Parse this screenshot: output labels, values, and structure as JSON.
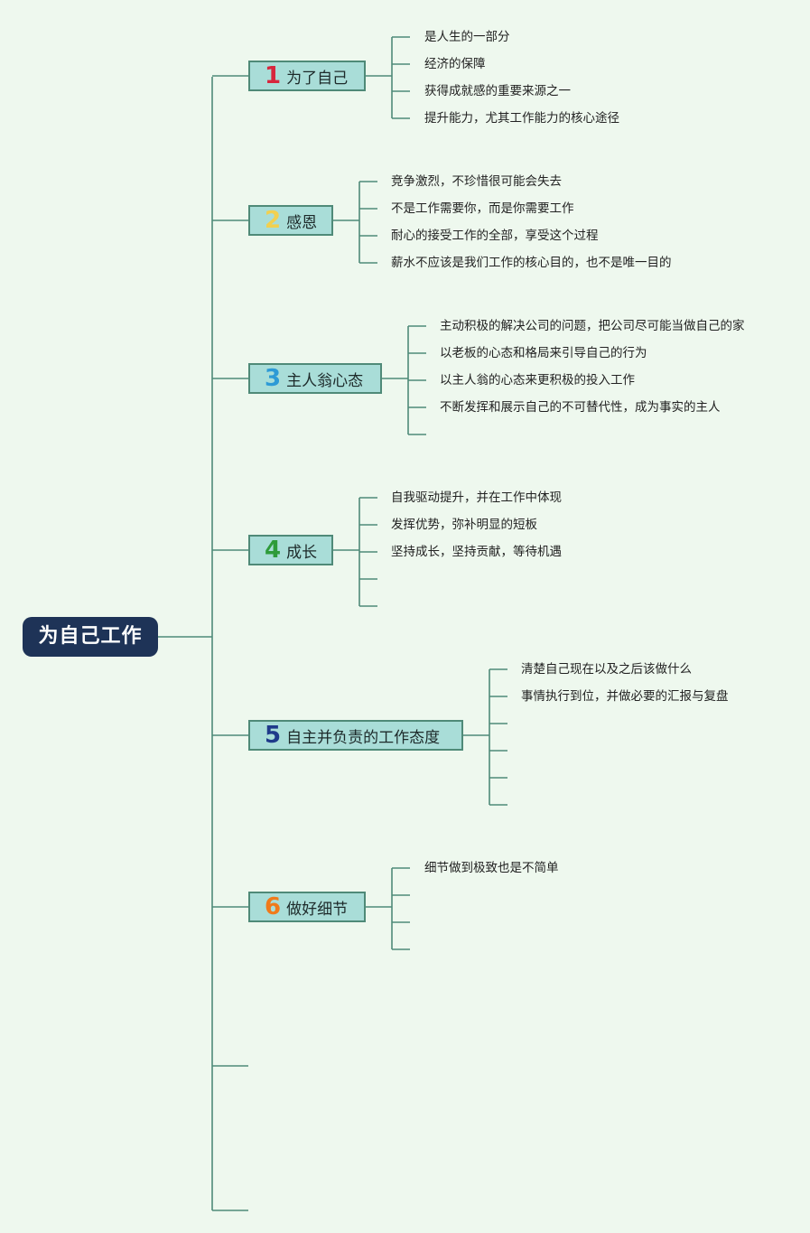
{
  "root": {
    "label": "为自己工作"
  },
  "colors": {
    "line": "#4f8a78",
    "branch_fill": "#a9ddd8",
    "root_fill": "#1e3357",
    "background": "#eef8ee"
  },
  "branches": [
    {
      "number": "1",
      "number_color": "#d7263d",
      "label": "为了自己",
      "leaves": [
        "是人生的一部分",
        "经济的保障",
        "获得成就感的重要来源之一",
        "提升能力，尤其工作能力的核心途径"
      ]
    },
    {
      "number": "2",
      "number_color": "#f2d04f",
      "label": "感恩",
      "leaves": [
        "竞争激烈，不珍惜很可能会失去",
        "不是工作需要你，而是你需要工作",
        "耐心的接受工作的全部，享受这个过程",
        "薪水不应该是我们工作的核心目的，也不是唯一目的"
      ]
    },
    {
      "number": "3",
      "number_color": "#2d9ad6",
      "label": "主人翁心态",
      "leaves": [
        "主动积极的解决公司的问题，把公司尽可能当做自己的家",
        "以老板的心态和格局来引导自己的行为",
        "以主人翁的心态来更积极的投入工作",
        "不断发挥和展示自己的不可替代性，成为事实的主人"
      ]
    },
    {
      "number": "4",
      "number_color": "#2e9b3a",
      "label": "成长",
      "leaves": [
        "自我驱动提升，并在工作中体现",
        "发挥优势，弥补明显的短板",
        "坚持成长，坚持贡献，等待机遇"
      ]
    },
    {
      "number": "5",
      "number_color": "#1f3a8a",
      "label": "自主并负责的工作态度",
      "leaves": [
        "清楚自己现在以及之后该做什么",
        "事情执行到位，并做必要的汇报与复盘"
      ]
    },
    {
      "number": "6",
      "number_color": "#f07a1a",
      "label": "做好细节",
      "leaves": [
        "细节做到极致也是不简单"
      ]
    }
  ]
}
